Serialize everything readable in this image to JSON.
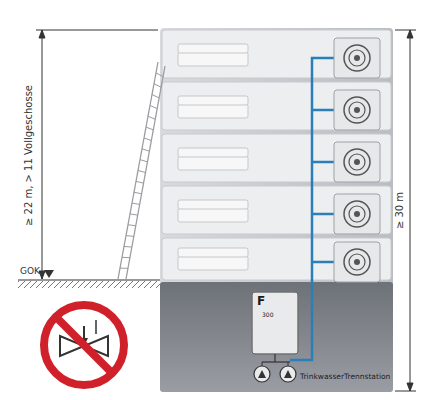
{
  "diagram": {
    "nodes": [
      {
        "text": [
          "TrinkwasserTrennstation"
        ]
      }
    ],
    "labels": [
      "≥ 22 m, > 11 Vollgeschosse",
      "GOK",
      "≥ 30 m",
      "F",
      "300"
    ]
  }
}
